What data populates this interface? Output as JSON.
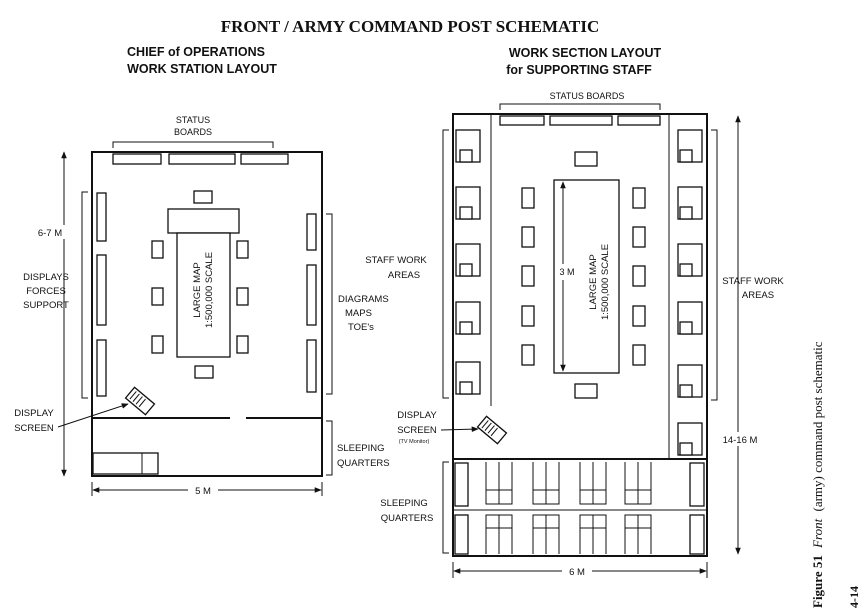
{
  "title": "FRONT / ARMY COMMAND POST SCHEMATIC",
  "left": {
    "heading_line1": "CHIEF of OPERATIONS",
    "heading_line2": "WORK STATION LAYOUT",
    "status_line1": "STATUS",
    "status_line2": "BOARDS",
    "height_dim": "6-7 M",
    "displays_line1": "DISPLAYS",
    "displays_line2": "FORCES",
    "displays_line3": "SUPPORT",
    "map_line1": "LARGE MAP",
    "map_line2": "1:500,000 SCALE",
    "diagrams_line1": "DIAGRAMS",
    "diagrams_line2": "MAPS",
    "diagrams_line3": "TOE's",
    "display_screen_line1": "DISPLAY",
    "display_screen_line2": "SCREEN",
    "sleeping_line1": "SLEEPING",
    "sleeping_line2": "QUARTERS",
    "width_dim": "5 M"
  },
  "right": {
    "heading_line1": "WORK SECTION LAYOUT",
    "heading_line2": "for SUPPORTING STAFF",
    "status_boards": "STATUS BOARDS",
    "staff_left_line1": "STAFF WORK",
    "staff_left_line2": "AREAS",
    "map_line1": "LARGE MAP",
    "map_line2": "1:500,000 SCALE",
    "map_dim": "3 M",
    "staff_right_line1": "STAFF WORK",
    "staff_right_line2": "AREAS",
    "display_screen_line1": "DISPLAY",
    "display_screen_line2": "SCREEN",
    "tv_monitor": "(TV Monitor)",
    "height_dim": "14-16 M",
    "sleeping_line1": "SLEEPING",
    "sleeping_line2": "QUARTERS",
    "width_dim": "6 M"
  },
  "caption_bold": "Figure 51",
  "caption_italic": "Front",
  "caption_rest": "(army) command post schematic",
  "page_number": "4-14"
}
